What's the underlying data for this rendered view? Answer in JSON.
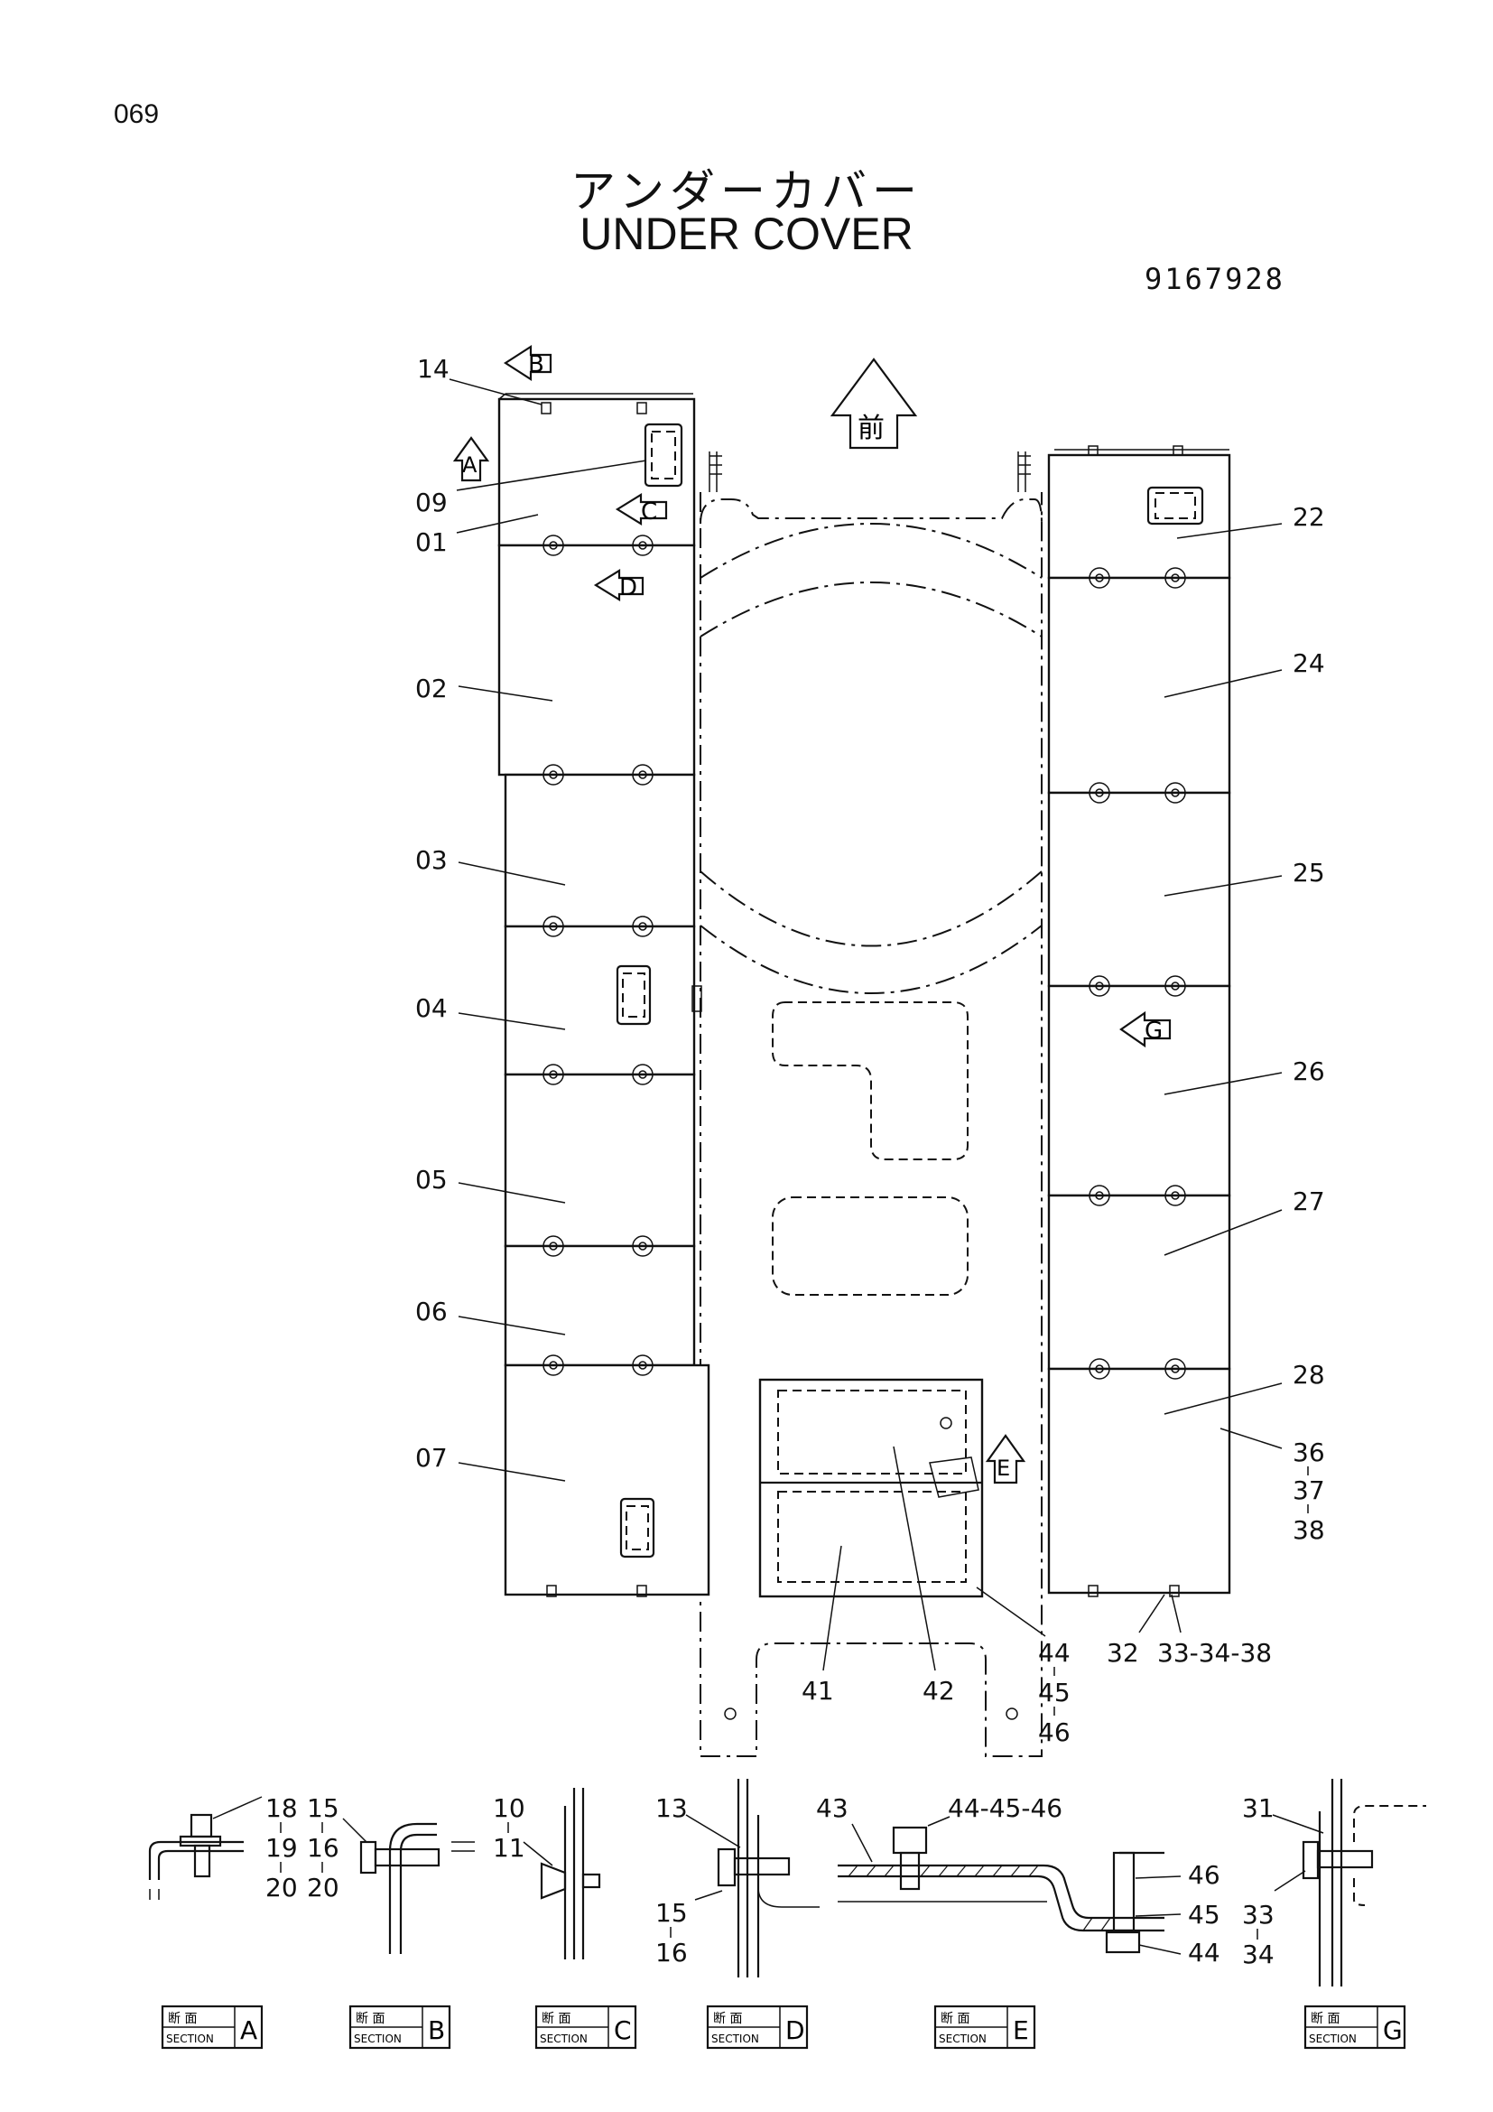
{
  "header": {
    "page_number": "069",
    "title_ja": "アンダーカバー",
    "title_en": "UNDER COVER",
    "part_number": "9167928"
  },
  "front_marker": "前",
  "view_markers": [
    "B",
    "A",
    "C",
    "D",
    "G",
    "E"
  ],
  "callouts": {
    "c14": "14",
    "c09": "09",
    "c01": "01",
    "c02": "02",
    "c03": "03",
    "c04": "04",
    "c05": "05",
    "c06": "06",
    "c07": "07",
    "c22": "22",
    "c24": "24",
    "c25": "25",
    "c26": "26",
    "c27": "27",
    "c28": "28",
    "c36": "36",
    "c37": "37",
    "c38": "38",
    "c32": "32",
    "c33_34_38": "33-34-38",
    "c41": "41",
    "c42": "42",
    "c44": "44",
    "c45": "45",
    "c46": "46"
  },
  "section_callouts": {
    "a18": "18",
    "a19": "19",
    "a20": "20",
    "b15": "15",
    "b16": "16",
    "b20": "20",
    "c10": "10",
    "c11": "11",
    "d13": "13",
    "d15": "15",
    "d16": "16",
    "e43": "43",
    "e44_45_46": "44-45-46",
    "e46": "46",
    "e45": "45",
    "e44": "44",
    "g31": "31",
    "g33": "33",
    "g34": "34"
  },
  "sections": [
    {
      "ja": "断 面",
      "en": "SECTION",
      "letter": "A"
    },
    {
      "ja": "断 面",
      "en": "SECTION",
      "letter": "B"
    },
    {
      "ja": "断 面",
      "en": "SECTION",
      "letter": "C"
    },
    {
      "ja": "断 面",
      "en": "SECTION",
      "letter": "D"
    },
    {
      "ja": "断 面",
      "en": "SECTION",
      "letter": "E"
    },
    {
      "ja": "断 面",
      "en": "SECTION",
      "letter": "G"
    }
  ]
}
